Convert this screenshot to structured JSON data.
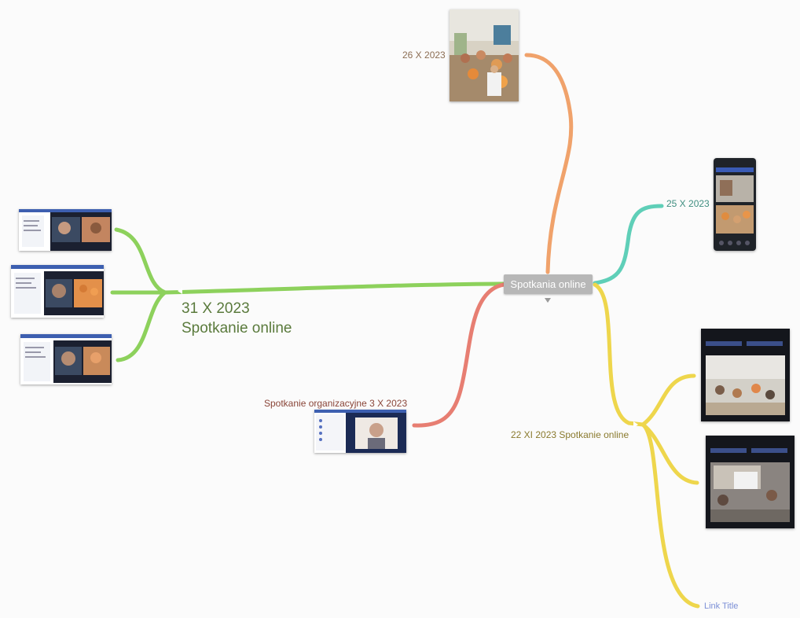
{
  "root": {
    "label": "Spotkania online"
  },
  "branches": [
    {
      "label": "26 X 2023",
      "color": "#f0a26b"
    },
    {
      "label": "25 X 2023",
      "color": "#5fcfb8"
    },
    {
      "title_line1": "31 X 2023",
      "title_line2": "Spotkanie online",
      "color": "#8dd15c"
    },
    {
      "label": "Spotkanie organizacyjne 3 X 2023",
      "color": "#e77e72"
    },
    {
      "label": "22 XI 2023 Spotkanie online",
      "color": "#eed64c"
    }
  ],
  "link": {
    "label": "Link Title"
  }
}
